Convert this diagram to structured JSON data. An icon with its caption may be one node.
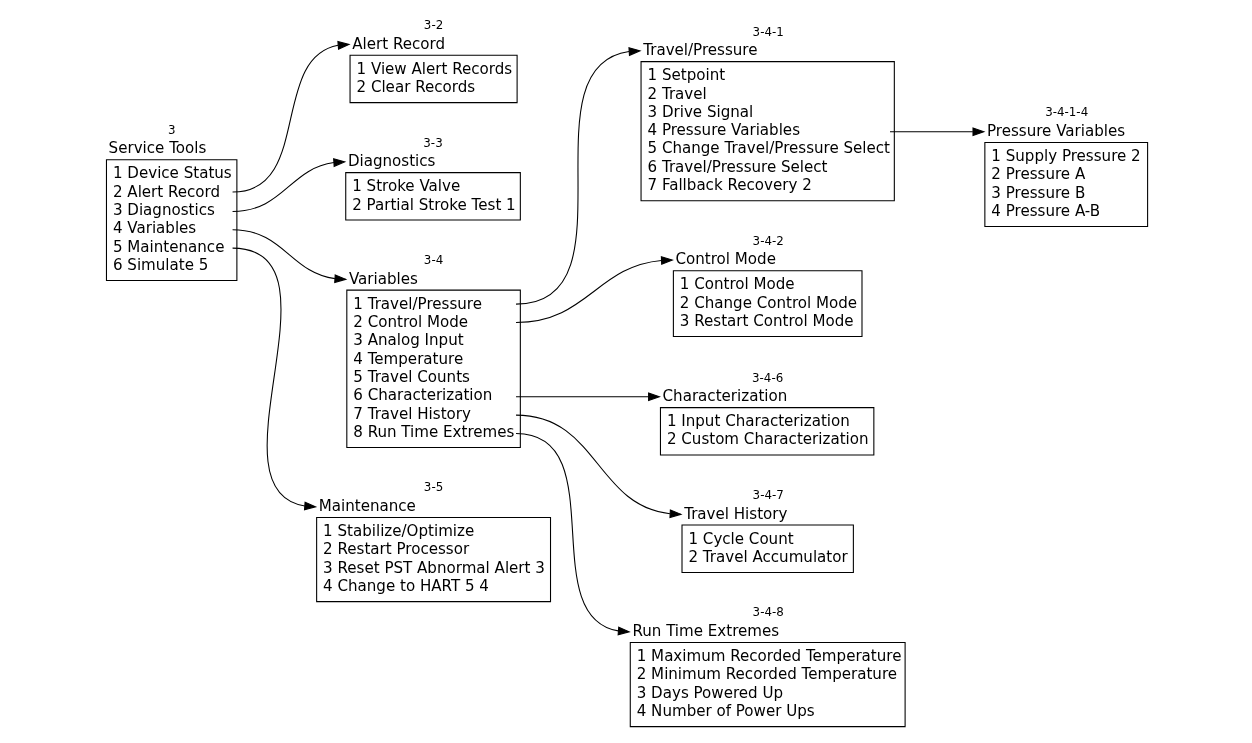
{
  "diagram": {
    "nodes": [
      {
        "text": [
          "Service Tools",
          "1 Device Status",
          "2 Alert Record",
          "3 Diagnostics",
          "4 Variables",
          "5 Maintenance",
          "6 Simulate 5"
        ],
        "beside": [
          "3"
        ]
      },
      {
        "text": [
          "Alert Record",
          "1 View Alert Records",
          "2 Clear Records"
        ],
        "beside": [
          "3-2"
        ]
      },
      {
        "text": [
          "Diagnostics",
          "1 Stroke Valve",
          "2 Partial Stroke Test 1"
        ],
        "beside": [
          "3-3"
        ]
      },
      {
        "text": [
          "Variables",
          "1 Travel/Pressure",
          "2 Control Mode",
          "3 Analog Input",
          "4 Temperature",
          "5 Travel Counts",
          "6 Characterization",
          "7 Travel History",
          "8 Run Time Extremes"
        ],
        "beside": [
          "3-4"
        ]
      },
      {
        "text": [
          "Maintenance",
          "1 Stabilize/Optimize",
          "2 Restart Processor",
          "3 Reset PST Abnormal Alert 3",
          "4 Change to HART 5 4"
        ],
        "beside": [
          "3-5"
        ]
      },
      {
        "text": [
          "Travel/Pressure",
          "1 Setpoint",
          "2 Travel",
          "3 Drive Signal",
          "4 Pressure Variables",
          "5 Change Travel/Pressure Select",
          "6 Travel/Pressure Select",
          "7 Fallback Recovery 2"
        ],
        "beside": [
          "3-4-1"
        ]
      },
      {
        "text": [
          "Pressure Variables",
          "1 Supply Pressure 2",
          "2 Pressure A",
          "3 Pressure B",
          "4 Pressure A-B"
        ],
        "beside": [
          "3-4-1-4"
        ]
      },
      {
        "text": [
          "Control Mode",
          "1 Control Mode",
          "2 Change Control Mode",
          "3 Restart Control Mode"
        ],
        "beside": [
          "3-4-2"
        ]
      },
      {
        "text": [
          "Characterization",
          "1 Input Characterization",
          "2 Custom Characterization"
        ],
        "beside": [
          "3-4-6"
        ]
      },
      {
        "text": [
          "Travel History",
          "1 Cycle Count",
          "2 Travel Accumulator"
        ],
        "beside": [
          "3-4-7"
        ]
      },
      {
        "text": [
          "Run Time Extremes",
          "1 Maximum Recorded Temperature",
          "2 Minimum Recorded Temperature",
          "3 Days Powered Up",
          "4 Number of Power Ups"
        ],
        "beside": [
          "3-4-8"
        ]
      }
    ],
    "edges": [
      {
        "from": 0,
        "to": 1,
        "arrow": "to"
      },
      {
        "from": 0,
        "to": 2,
        "arrow": "to"
      },
      {
        "from": 0,
        "to": 3,
        "arrow": "to"
      },
      {
        "from": 0,
        "to": 4,
        "arrow": "to"
      },
      {
        "from": 3,
        "to": 5,
        "arrow": "to"
      },
      {
        "from": 5,
        "to": 6,
        "arrow": "to"
      },
      {
        "from": 3,
        "to": 7,
        "arrow": "to"
      },
      {
        "from": 3,
        "to": 8,
        "arrow": "to"
      },
      {
        "from": 3,
        "to": 9,
        "arrow": "to"
      },
      {
        "from": 3,
        "to": 10,
        "arrow": "to"
      }
    ]
  }
}
